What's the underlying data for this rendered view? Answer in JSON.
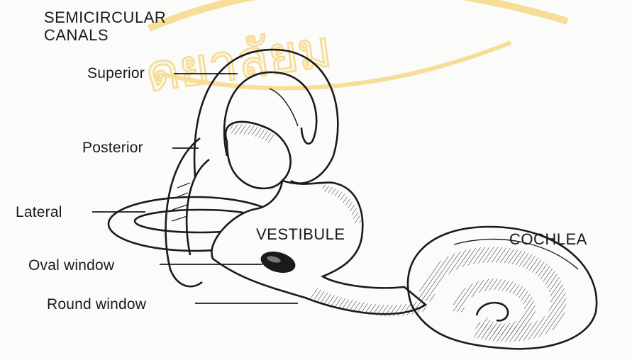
{
  "heading": {
    "line1": "SEMICIRCULAR",
    "line2": "CANALS"
  },
  "labels": {
    "superior": "Superior",
    "posterior": "Posterior",
    "lateral": "Lateral",
    "oval_window": "Oval window",
    "round_window": "Round window",
    "vestibule": "VESTIBULE",
    "cochlea": "COCHLEA"
  },
  "colors": {
    "ink": "#1a1a1a",
    "paper": "#fbfbf9",
    "watermark": "#f2c54a"
  },
  "watermark_text": "ดยาลัยม"
}
